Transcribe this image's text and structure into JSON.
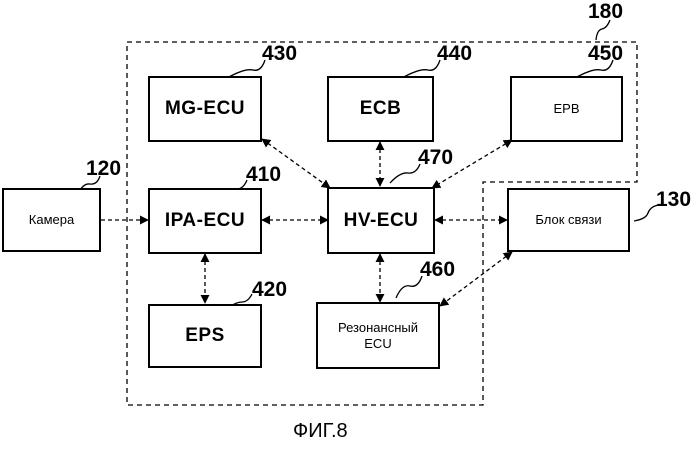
{
  "figure": {
    "caption": "ФИГ.8",
    "group_ref": "180"
  },
  "blocks": {
    "camera": {
      "label": "Камера",
      "ref": "120"
    },
    "ipa_ecu": {
      "label": "IPA-ECU",
      "ref": "410"
    },
    "mg_ecu": {
      "label": "MG-ECU",
      "ref": "430"
    },
    "eps": {
      "label": "EPS",
      "ref": "420"
    },
    "ecb": {
      "label": "ECB",
      "ref": "440"
    },
    "hv_ecu": {
      "label": "HV-ECU",
      "ref": "470"
    },
    "resonant_ecu": {
      "label_line1": "Резонансный",
      "label_line2": "ECU",
      "ref": "460"
    },
    "epb": {
      "label": "EPB",
      "ref": "450"
    },
    "comm_unit": {
      "label": "Блок связи",
      "ref": "130"
    }
  },
  "connections": [
    {
      "from": "camera",
      "to": "ipa_ecu",
      "style": "dashed",
      "arrows": "end"
    },
    {
      "from": "ipa_ecu",
      "to": "hv_ecu",
      "style": "dashed",
      "arrows": "both"
    },
    {
      "from": "ipa_ecu",
      "to": "eps",
      "style": "dashed",
      "arrows": "both"
    },
    {
      "from": "mg_ecu",
      "to": "hv_ecu",
      "style": "dashed",
      "arrows": "both"
    },
    {
      "from": "ecb",
      "to": "hv_ecu",
      "style": "dashed",
      "arrows": "both"
    },
    {
      "from": "epb",
      "to": "hv_ecu",
      "style": "dashed",
      "arrows": "both"
    },
    {
      "from": "hv_ecu",
      "to": "resonant_ecu",
      "style": "dashed",
      "arrows": "both"
    },
    {
      "from": "hv_ecu",
      "to": "comm_unit",
      "style": "dashed",
      "arrows": "both"
    },
    {
      "from": "comm_unit",
      "to": "resonant_ecu",
      "style": "dashed",
      "arrows": "both"
    }
  ]
}
